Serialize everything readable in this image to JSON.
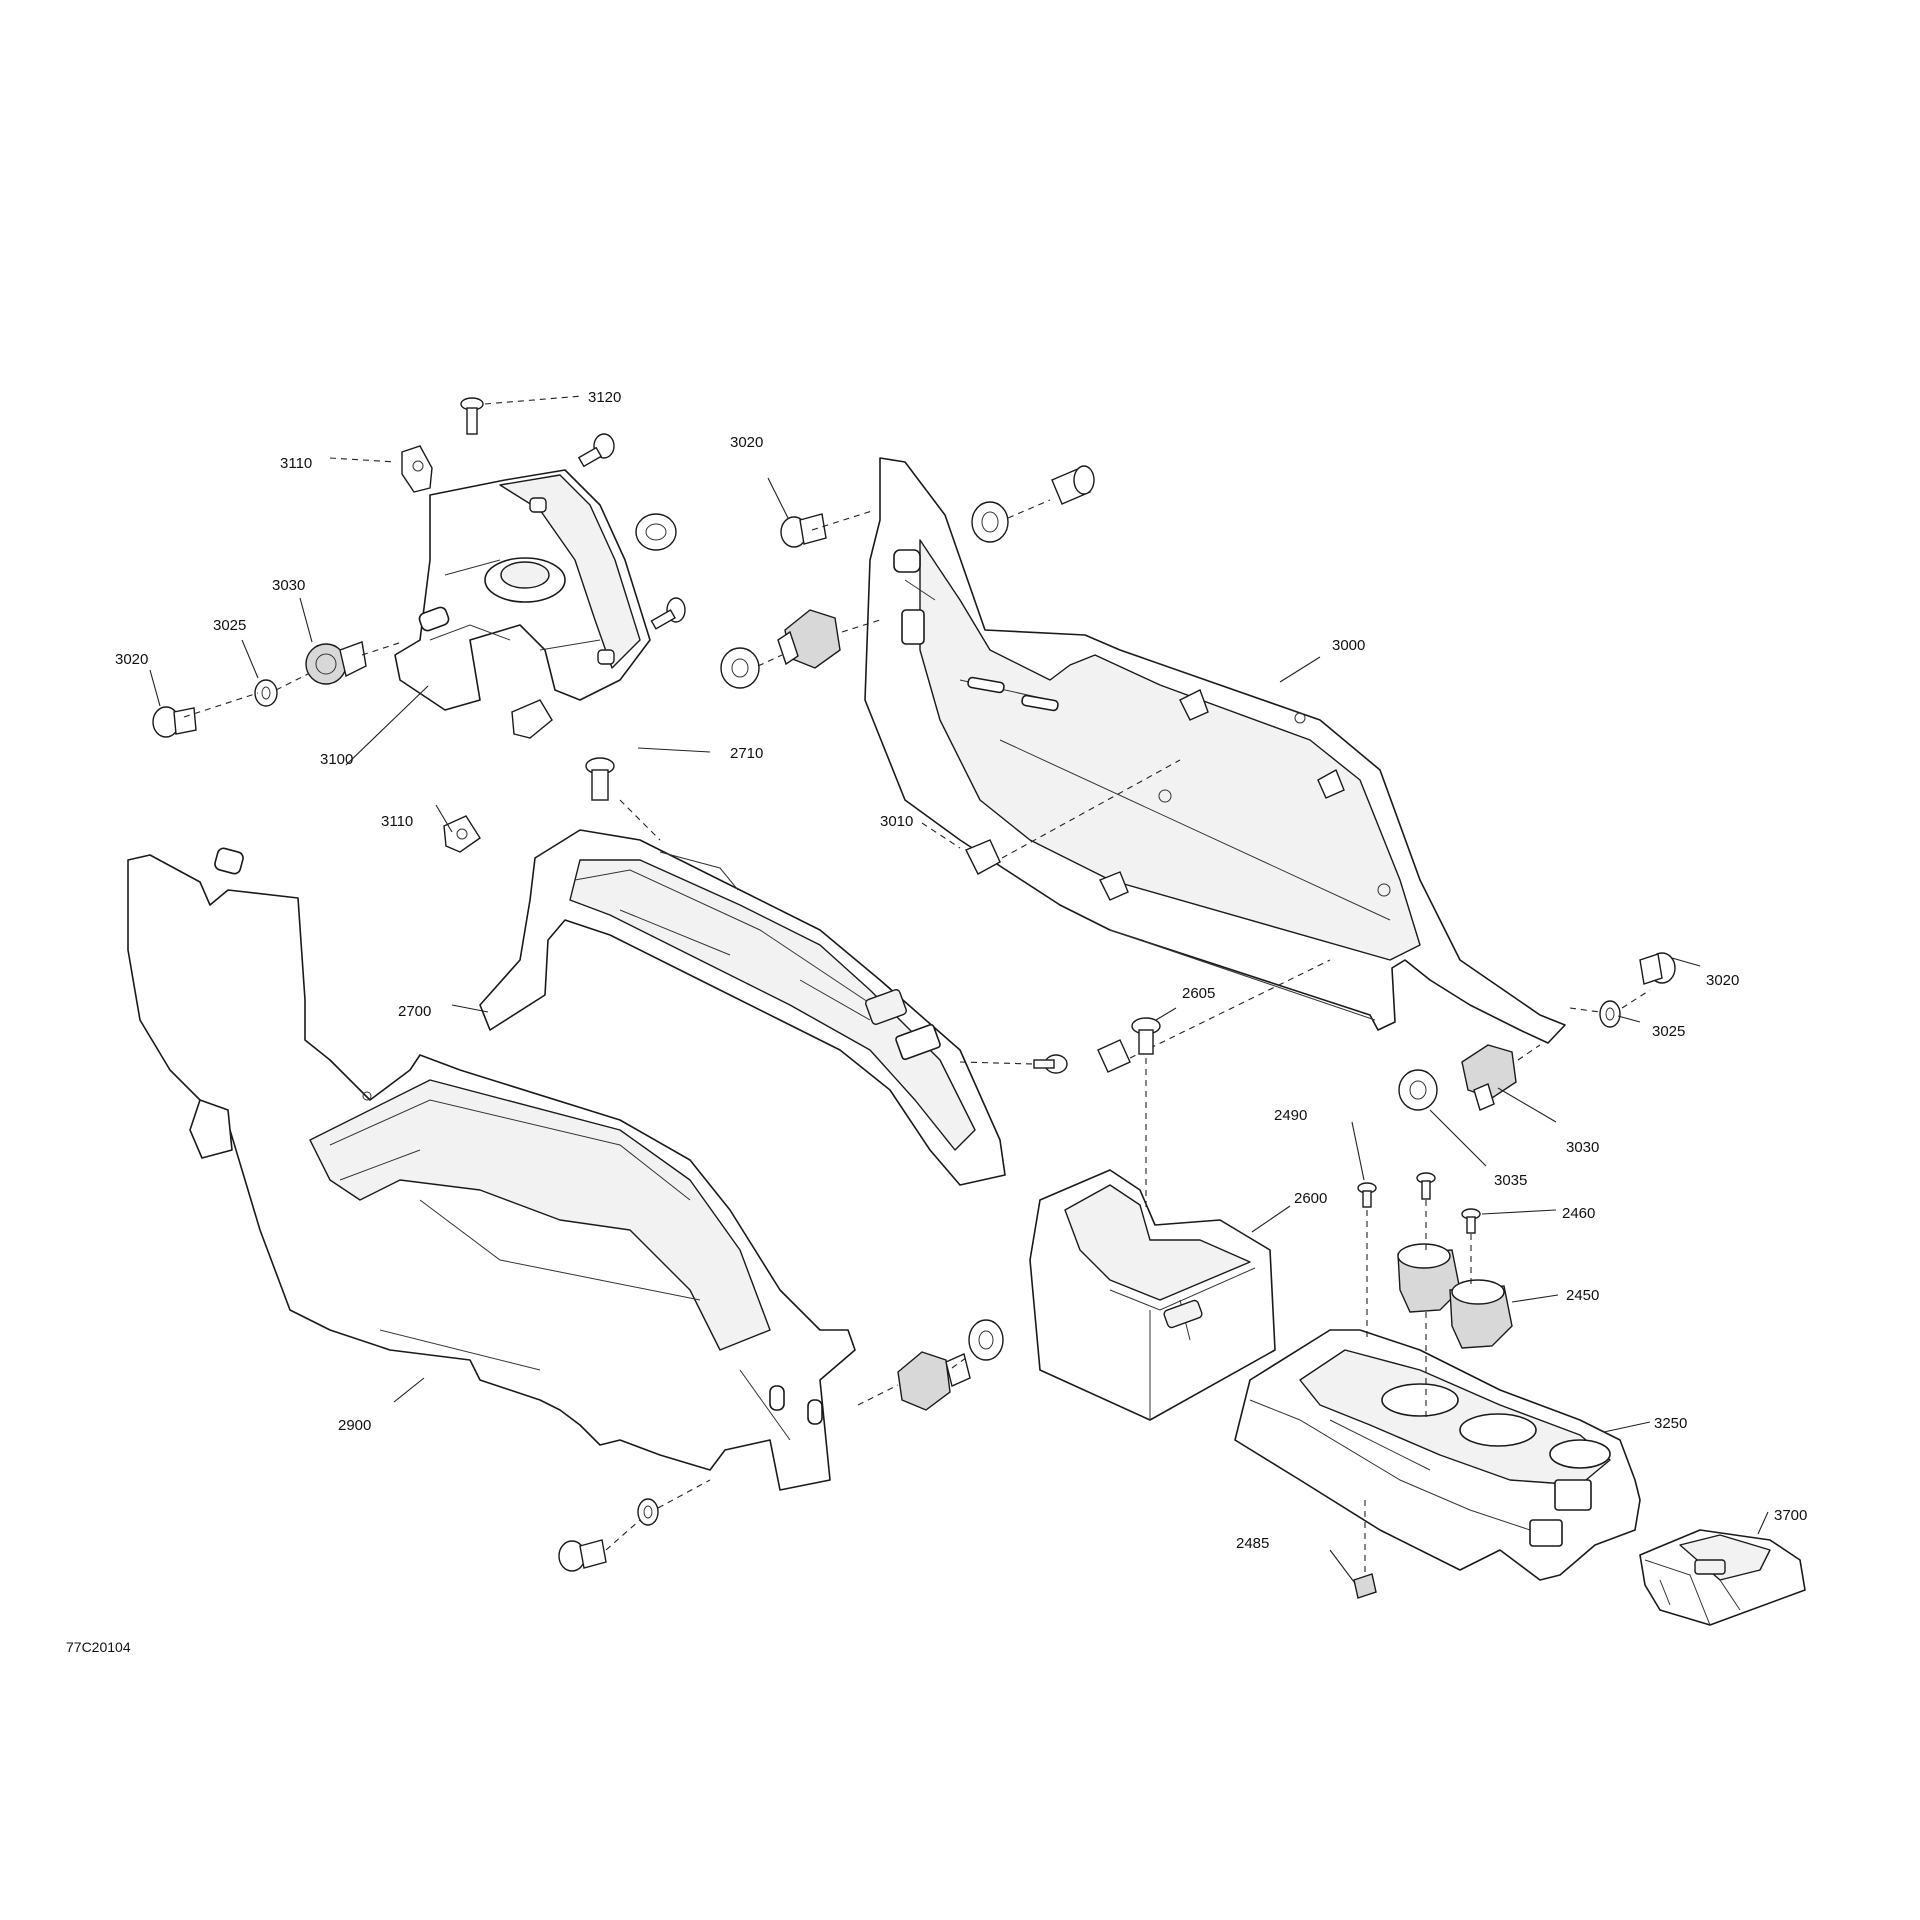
{
  "figure_id": "77C20104",
  "callouts": [
    {
      "id": "c3120",
      "label": "3120"
    },
    {
      "id": "c3110a",
      "label": "3110"
    },
    {
      "id": "c3020a",
      "label": "3020"
    },
    {
      "id": "c3030a",
      "label": "3030"
    },
    {
      "id": "c3025a",
      "label": "3025"
    },
    {
      "id": "c3020b",
      "label": "3020"
    },
    {
      "id": "c3100",
      "label": "3100"
    },
    {
      "id": "c2710",
      "label": "2710"
    },
    {
      "id": "c3110b",
      "label": "3110"
    },
    {
      "id": "c3000",
      "label": "3000"
    },
    {
      "id": "c3010",
      "label": "3010"
    },
    {
      "id": "c2700",
      "label": "2700"
    },
    {
      "id": "c3020c",
      "label": "3020"
    },
    {
      "id": "c3025b",
      "label": "3025"
    },
    {
      "id": "c2605",
      "label": "2605"
    },
    {
      "id": "c3030b",
      "label": "3030"
    },
    {
      "id": "c3035",
      "label": "3035"
    },
    {
      "id": "c2490",
      "label": "2490"
    },
    {
      "id": "c2600",
      "label": "2600"
    },
    {
      "id": "c2460",
      "label": "2460"
    },
    {
      "id": "c2450",
      "label": "2450"
    },
    {
      "id": "c2900",
      "label": "2900"
    },
    {
      "id": "c3250",
      "label": "3250"
    },
    {
      "id": "c3700",
      "label": "3700"
    },
    {
      "id": "c2485",
      "label": "2485"
    }
  ]
}
